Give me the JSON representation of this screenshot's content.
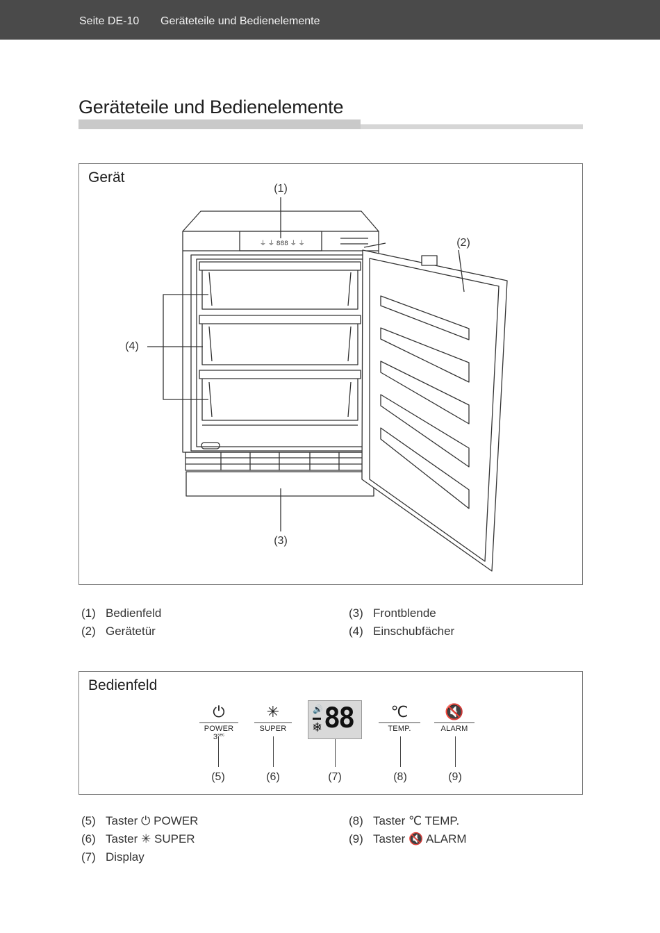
{
  "header": {
    "page": "Seite DE-10",
    "section": "Geräteteile und Bedienelemente"
  },
  "title": "Geräteteile und Bedienelemente",
  "device_box": {
    "title": "Gerät",
    "callouts": [
      "(1)",
      "(2)",
      "(3)",
      "(4)"
    ],
    "panel_icons": [
      "—",
      "—",
      "888",
      "—",
      "—"
    ]
  },
  "device_legend": [
    {
      "num": "(1)",
      "text": "Bedienfeld"
    },
    {
      "num": "(2)",
      "text": "Gerätetür"
    },
    {
      "num": "(3)",
      "text": "Frontblende"
    },
    {
      "num": "(4)",
      "text": "Einschubfächer"
    }
  ],
  "panel_box": {
    "title": "Bedienfeld",
    "buttons": [
      {
        "icon": "⏻",
        "icon_name": "power-icon",
        "label": "POWER 3",
        "sup": "sec",
        "callout": "(5)"
      },
      {
        "icon": "✳",
        "icon_name": "snowflake-asterisk-icon",
        "label": "SUPER",
        "sup": "",
        "callout": "(6)"
      },
      {
        "icon": "℃",
        "icon_name": "celsius-icon",
        "label": "TEMP.",
        "sup": "",
        "callout": "(8)"
      },
      {
        "icon": "🔇",
        "icon_name": "speaker-mute-icon",
        "label": "ALARM",
        "sup": "",
        "callout": "(9)"
      }
    ],
    "display": {
      "digits": "88",
      "callout": "(7)"
    }
  },
  "panel_legend": [
    {
      "num": "(5)",
      "text": "Taster ⏻ POWER"
    },
    {
      "num": "(6)",
      "text": "Taster ✳ SUPER"
    },
    {
      "num": "(7)",
      "text": "Display"
    },
    {
      "num": "(8)",
      "text": "Taster ℃ TEMP."
    },
    {
      "num": "(9)",
      "text": "Taster 🔇 ALARM"
    }
  ]
}
